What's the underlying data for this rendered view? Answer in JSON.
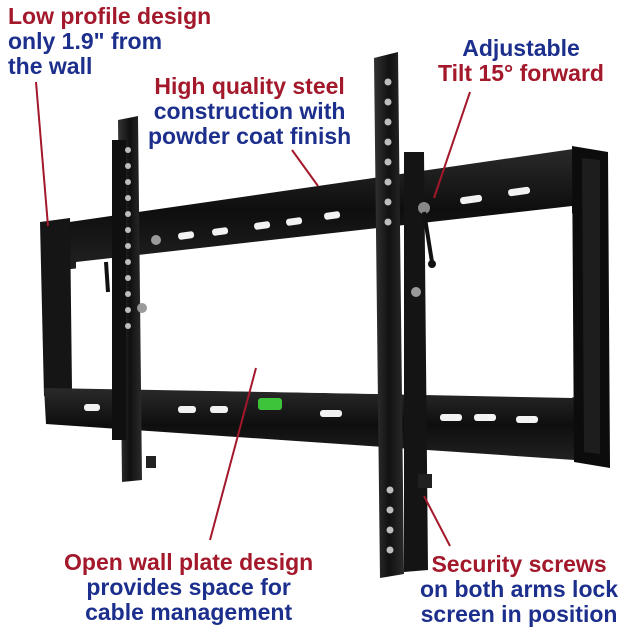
{
  "callouts": {
    "low_profile": {
      "lines": [
        "Low profile design",
        "only 1.9\" from",
        "the wall"
      ],
      "color": "#a3182a"
    },
    "steel": {
      "lines": [
        "High quality steel",
        "construction with",
        "powder coat finish"
      ],
      "colors": [
        "#a3182a",
        "#1c2f8c",
        "#1c2f8c"
      ]
    },
    "tilt": {
      "lines": [
        "Adjustable",
        "Tilt 15° forward"
      ],
      "colors": [
        "#1c2f8c",
        "#a3182a"
      ]
    },
    "open_plate": {
      "lines": [
        "Open wall plate design",
        "provides space for",
        "cable management"
      ],
      "colors": [
        "#a3182a",
        "#1c2f8c",
        "#1c2f8c"
      ]
    },
    "security": {
      "lines": [
        "Security screws",
        "on both arms lock",
        "screen in position"
      ],
      "colors": [
        "#a3182a",
        "#1c2f8c",
        "#1c2f8c"
      ]
    }
  },
  "product": {
    "name": "tilting-tv-wall-mount",
    "frame_color": "#111111",
    "level_color": "#3ec43a",
    "leader_line_color": "#a3182a"
  }
}
